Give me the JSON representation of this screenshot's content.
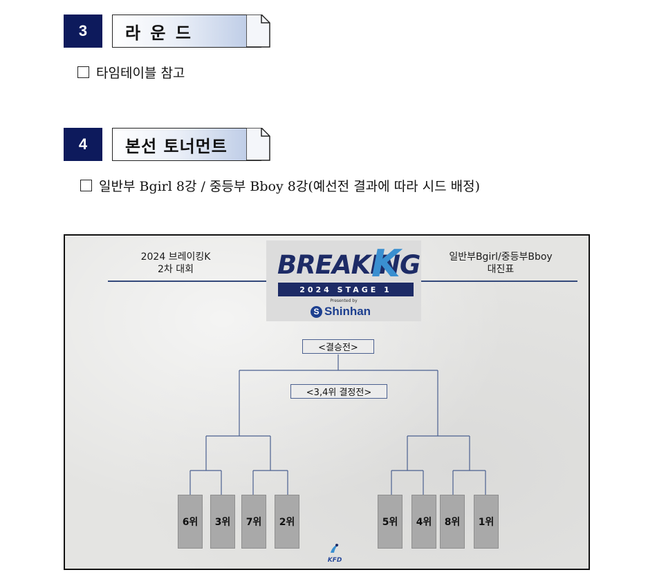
{
  "section3": {
    "number": "3",
    "title": "라 운 드",
    "bullet": "타임테이블 참고"
  },
  "section4": {
    "number": "4",
    "title": "본선 토너먼트",
    "bullet": "일반부 Bgirl 8강 / 중등부 Bboy 8강(예선전 결과에 따라 시드 배정)"
  },
  "bracket": {
    "left_header": [
      "2024 브레이킹K",
      "2차 대회"
    ],
    "right_header": [
      "일반부Bgirl/중등부Bboy",
      "대진표"
    ],
    "logo": {
      "word": "BREAKING",
      "k": "K",
      "band": "2024 STAGE 1",
      "presented": "Presented by",
      "sponsor": "Shinhan"
    },
    "final_label": "<결승전>",
    "third_place_label": "<3,4위 결정전>",
    "seeds": [
      "6위",
      "3위",
      "7위",
      "2위",
      "5위",
      "4위",
      "8위",
      "1위"
    ],
    "footer_logo": "KFD"
  },
  "colors": {
    "section_number_bg": "#0d1a5c",
    "bracket_line": "#4a5f8f",
    "seed_fill": "#a9a9a9"
  }
}
